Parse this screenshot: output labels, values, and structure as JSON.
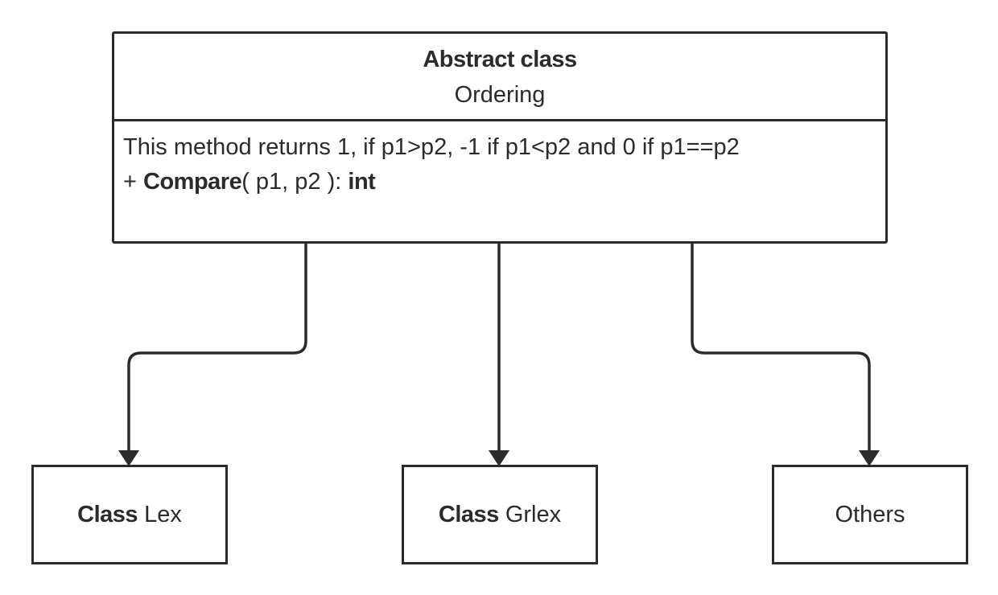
{
  "abstract_class": {
    "stereotype": "Abstract class",
    "name": "Ordering",
    "method_description": "This method returns 1, if p1>p2, -1 if p1<p2 and 0 if p1==p2",
    "method": {
      "visibility": "+",
      "name": "Compare",
      "params": "( p1, p2 ):",
      "return_type": "int"
    }
  },
  "children": [
    {
      "keyword": "Class",
      "name": "Lex"
    },
    {
      "keyword": "Class",
      "name": "Grlex"
    },
    {
      "keyword": "",
      "name": "Others"
    }
  ],
  "colors": {
    "stroke": "#2b2b2b",
    "background": "#ffffff"
  }
}
